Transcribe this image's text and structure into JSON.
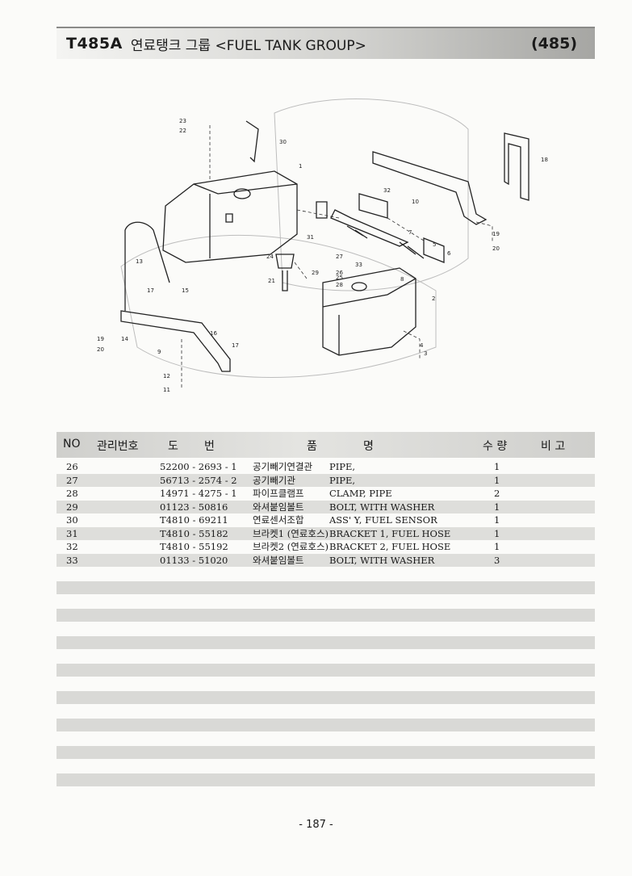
{
  "header": {
    "model": "T485A",
    "title": "연료탱크 그룹 <FUEL TANK GROUP>",
    "page_code": "(485)"
  },
  "diagram": {
    "callouts": [
      "1",
      "2",
      "3",
      "4",
      "5",
      "6",
      "7",
      "8",
      "9",
      "10",
      "11",
      "12",
      "13",
      "14",
      "15",
      "16",
      "17",
      "17",
      "18",
      "19",
      "20",
      "19",
      "20",
      "21",
      "22",
      "23",
      "24",
      "25",
      "26",
      "27",
      "28",
      "29",
      "30",
      "31",
      "32",
      "33"
    ]
  },
  "table": {
    "headers": {
      "no": "NO",
      "mgmt": "관리번호",
      "drawing": "도",
      "drawing2": "번",
      "name": "품",
      "name2": "명",
      "qty": "수 량",
      "remark": "비 고"
    },
    "rows": [
      {
        "no": "26",
        "part": "52200 - 2693 - 1",
        "kor": "공기빼기연결관",
        "eng": "PIPE,",
        "qty": "1"
      },
      {
        "no": "27",
        "part": "56713 - 2574 - 2",
        "kor": "공기빼기관",
        "eng": "PIPE,",
        "qty": "1"
      },
      {
        "no": "28",
        "part": "14971 - 4275 - 1",
        "kor": "파이프클램프",
        "eng": "CLAMP, PIPE",
        "qty": "2"
      },
      {
        "no": "29",
        "part": "01123 - 50816",
        "kor": "와셔붙임볼트",
        "eng": "BOLT, WITH WASHER",
        "qty": "1"
      },
      {
        "no": "30",
        "part": "T4810 - 69211",
        "kor": "연료센서조합",
        "eng": "ASS' Y, FUEL SENSOR",
        "qty": "1"
      },
      {
        "no": "31",
        "part": "T4810 - 55182",
        "kor": "브라켓1 (연료호스)",
        "eng": "BRACKET 1, FUEL HOSE",
        "qty": "1"
      },
      {
        "no": "32",
        "part": "T4810 - 55192",
        "kor": "브라켓2 (연료호스)",
        "eng": "BRACKET 2, FUEL HOSE",
        "qty": "1"
      },
      {
        "no": "33",
        "part": "01133 - 51020",
        "kor": "와셔붙임볼트",
        "eng": "BOLT, WITH WASHER",
        "qty": "3"
      }
    ]
  },
  "footer": {
    "page": "- 187 -"
  }
}
